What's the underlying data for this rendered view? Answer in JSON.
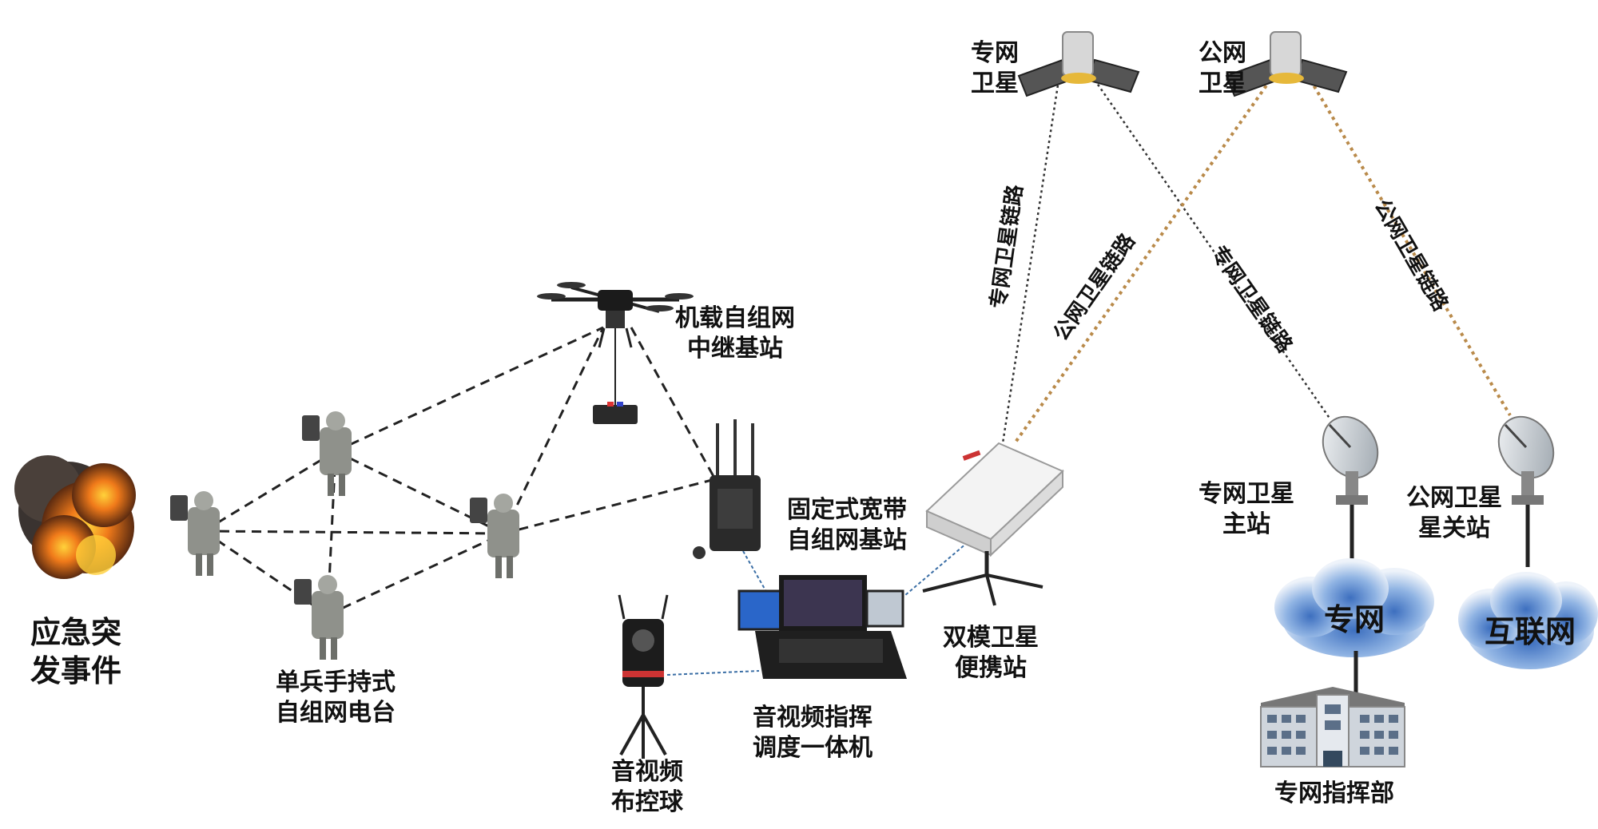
{
  "labels": {
    "incident": [
      "应急突",
      "发事件"
    ],
    "soldier_radio": [
      "单兵手持式",
      "自组网电台"
    ],
    "drone_relay": [
      "机载自组网",
      "中继基站"
    ],
    "fixed_station": [
      "固定式宽带",
      "自组网基站"
    ],
    "av_command": [
      "音视频指挥",
      "调度一体机"
    ],
    "av_ball": [
      "音视频",
      "布控球"
    ],
    "dual_mode_sat": [
      "双模卫星",
      "便携站"
    ],
    "private_sat": [
      "专网",
      "卫星"
    ],
    "public_sat": [
      "公网",
      "卫星"
    ],
    "private_master": [
      "专网卫星",
      "主站"
    ],
    "public_gateway": [
      "公网卫星",
      "星关站"
    ],
    "private_net": "专网",
    "internet": "互联网",
    "command_hq": "专网指挥部"
  },
  "links": {
    "private_sat_link": "专网卫星链路",
    "public_sat_link": "公网卫星链路"
  },
  "colors": {
    "private_link": "#333333",
    "public_link": "#b98a4a",
    "cable": "#3a6ea5",
    "cloud": "#6a9ad8",
    "cloud_light": "#d9e6f6",
    "fire": "#e8641a"
  }
}
